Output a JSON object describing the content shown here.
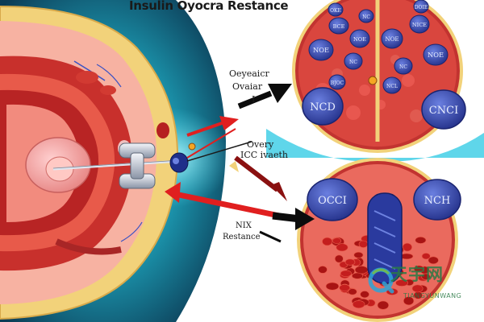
{
  "title": "Insulin Oyocra Restance",
  "labels": {
    "top": [
      "Oeyeaicr",
      "Ovaiar",
      "I"
    ],
    "middle": [
      "Overy",
      "ICC ivaeth"
    ],
    "bottom": [
      "NIX",
      "Restance"
    ]
  },
  "cell_texts": {
    "upper_large_left": "NCD",
    "upper_large_right": "CNCI",
    "upper_small": [
      "NOE",
      "BCE",
      "NOE",
      "NC",
      "BJOC",
      "NC",
      "NOE",
      "NICE",
      "NOE",
      "NC",
      "NCL",
      "OKE",
      "DOIE"
    ],
    "lower_left": "OCCI",
    "lower_right": "NCH"
  },
  "watermark": {
    "text": "天宇网",
    "subtext": "TIANGYUNWANG"
  },
  "colors": {
    "background_teal": "#1a8ea6",
    "tissue_red": "#c8302c",
    "cell_blue": "#3346a8",
    "arrow_black": "#0c0c0c",
    "arrow_red": "#e01f1f",
    "capsule_yellow": "#f2d27a"
  }
}
